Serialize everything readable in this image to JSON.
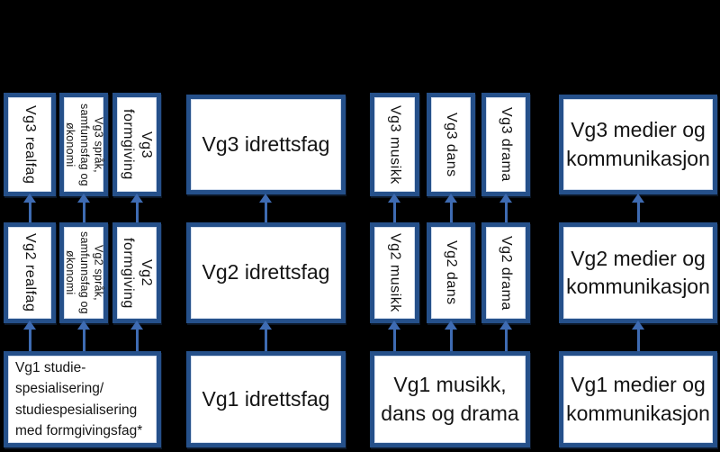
{
  "colors": {
    "background": "#000000",
    "box_border": "#25508a",
    "box_fill": "#ffffff",
    "arrow": "#3e6bb2",
    "text": "#141414"
  },
  "icons": {
    "flow_arrow": "up-arrow"
  },
  "boxes": {
    "vg3_realfag": "Vg3 realfag",
    "vg3_sprak_samfunnsfag_okonomi": "Vg3 språk,\nsamfunnsfag og\nøkonomi",
    "vg3_formgiving": "Vg3\nformgiving",
    "vg3_idrettsfag": "Vg3 idrettsfag",
    "vg3_musikk": "Vg3 musikk",
    "vg3_dans": "Vg3 dans",
    "vg3_drama": "Vg3 drama",
    "vg3_medier": "Vg3 medier og\nkommunikasjon",
    "vg2_realfag": "Vg2 realfag",
    "vg2_sprak_samfunnsfag_okonomi": "Vg2 språk,\nsamfunnsfag og\nøkonomi",
    "vg2_formgiving": "Vg2\nformgiving",
    "vg2_idrettsfag": "Vg2 idrettsfag",
    "vg2_musikk": "Vg2 musikk",
    "vg2_dans": "Vg2 dans",
    "vg2_drama": "Vg2 drama",
    "vg2_medier": "Vg2 medier og\nkommunikasjon",
    "vg1_studiespesialisering": "Vg1 studie-\nspesialisering/\nstudiespesialisering\nmed formgivingsfag*",
    "vg1_idrettsfag": "Vg1 idrettsfag",
    "vg1_musikk_dans_drama": "Vg1 musikk,\ndans og drama",
    "vg1_medier": "Vg1 medier og\nkommunikasjon"
  }
}
